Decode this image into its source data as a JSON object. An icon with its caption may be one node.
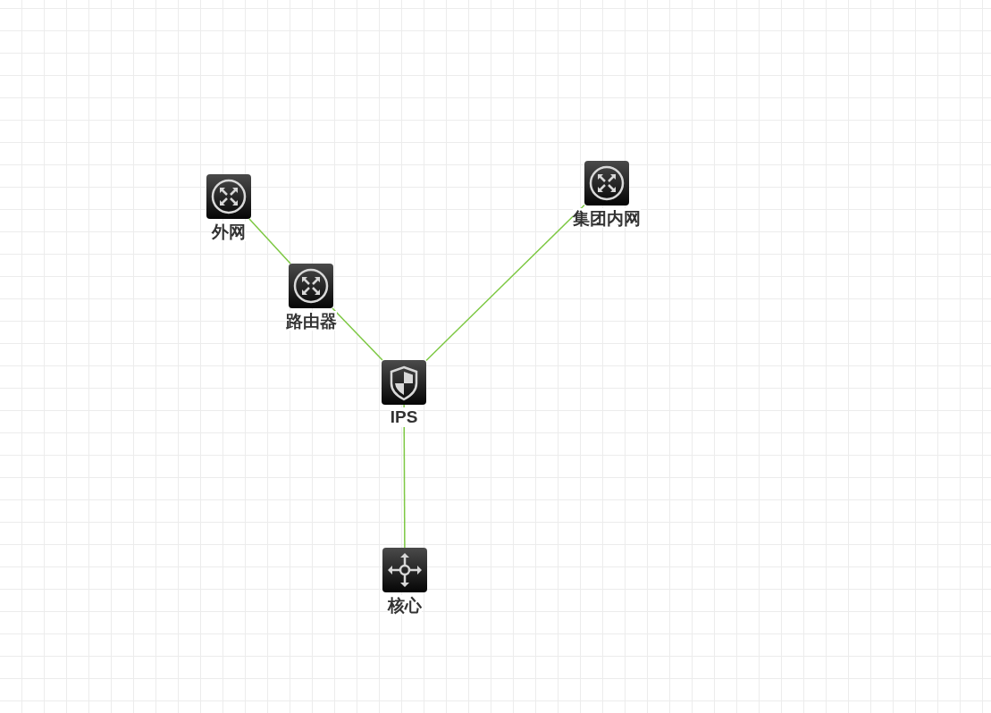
{
  "diagram": {
    "nodes": [
      {
        "text": [
          "外网"
        ]
      },
      {
        "text": [
          "路由器"
        ]
      },
      {
        "text": [
          "IPS"
        ]
      },
      {
        "text": [
          "集团内网"
        ]
      },
      {
        "text": [
          "核心"
        ]
      }
    ],
    "edges": [
      {
        "from": 0,
        "to": 1,
        "arrow": "none"
      },
      {
        "from": 1,
        "to": 2,
        "arrow": "none"
      },
      {
        "from": 2,
        "to": 3,
        "arrow": "none"
      },
      {
        "from": 2,
        "to": 4,
        "arrow": "none"
      }
    ]
  }
}
